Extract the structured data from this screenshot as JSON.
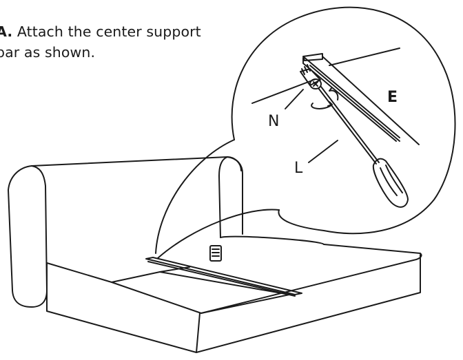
{
  "instruction": {
    "step": "A.",
    "text_line1": "Attach the center support",
    "text_line2": "bar as shown."
  },
  "callouts": {
    "screw": "N",
    "screwdriver": "L",
    "support_bar": "E"
  }
}
